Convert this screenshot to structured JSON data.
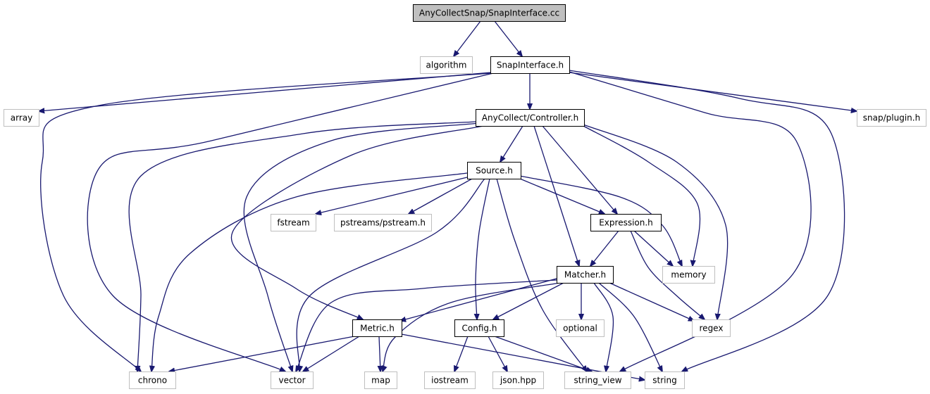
{
  "graph": {
    "title": "AnyCollectSnap/SnapInterface.cc",
    "colors": {
      "edge": "#191970",
      "root_fill": "#bfbfbf",
      "internal_border": "#000000",
      "external_border": "#bfbfbf",
      "text": "#000000"
    },
    "nodes": [
      {
        "id": "root",
        "label": "AnyCollectSnap/SnapInterface.cc",
        "kind": "root"
      },
      {
        "id": "algorithm",
        "label": "algorithm",
        "kind": "external"
      },
      {
        "id": "snapinterface_h",
        "label": "SnapInterface.h",
        "kind": "internal"
      },
      {
        "id": "array",
        "label": "array",
        "kind": "external"
      },
      {
        "id": "controller_h",
        "label": "AnyCollect/Controller.h",
        "kind": "internal"
      },
      {
        "id": "snap_plugin_h",
        "label": "snap/plugin.h",
        "kind": "external"
      },
      {
        "id": "source_h",
        "label": "Source.h",
        "kind": "internal"
      },
      {
        "id": "fstream",
        "label": "fstream",
        "kind": "external"
      },
      {
        "id": "pstream_h",
        "label": "pstreams/pstream.h",
        "kind": "external"
      },
      {
        "id": "expression_h",
        "label": "Expression.h",
        "kind": "internal"
      },
      {
        "id": "matcher_h",
        "label": "Matcher.h",
        "kind": "internal"
      },
      {
        "id": "memory",
        "label": "memory",
        "kind": "external"
      },
      {
        "id": "metric_h",
        "label": "Metric.h",
        "kind": "internal"
      },
      {
        "id": "config_h",
        "label": "Config.h",
        "kind": "internal"
      },
      {
        "id": "optional",
        "label": "optional",
        "kind": "external"
      },
      {
        "id": "regex",
        "label": "regex",
        "kind": "external"
      },
      {
        "id": "chrono",
        "label": "chrono",
        "kind": "external"
      },
      {
        "id": "vector",
        "label": "vector",
        "kind": "external"
      },
      {
        "id": "map",
        "label": "map",
        "kind": "external"
      },
      {
        "id": "iostream",
        "label": "iostream",
        "kind": "external"
      },
      {
        "id": "json_hpp",
        "label": "json.hpp",
        "kind": "external"
      },
      {
        "id": "string_view",
        "label": "string_view",
        "kind": "external"
      },
      {
        "id": "string",
        "label": "string",
        "kind": "external"
      }
    ],
    "edges": [
      {
        "from": "root",
        "to": "algorithm"
      },
      {
        "from": "root",
        "to": "snapinterface_h"
      },
      {
        "from": "snapinterface_h",
        "to": "array"
      },
      {
        "from": "snapinterface_h",
        "to": "controller_h"
      },
      {
        "from": "snapinterface_h",
        "to": "snap_plugin_h"
      },
      {
        "from": "snapinterface_h",
        "to": "chrono"
      },
      {
        "from": "snapinterface_h",
        "to": "vector"
      },
      {
        "from": "snapinterface_h",
        "to": "string_view"
      },
      {
        "from": "snapinterface_h",
        "to": "string"
      },
      {
        "from": "controller_h",
        "to": "source_h"
      },
      {
        "from": "controller_h",
        "to": "expression_h"
      },
      {
        "from": "controller_h",
        "to": "matcher_h"
      },
      {
        "from": "controller_h",
        "to": "memory"
      },
      {
        "from": "controller_h",
        "to": "regex"
      },
      {
        "from": "controller_h",
        "to": "metric_h"
      },
      {
        "from": "controller_h",
        "to": "chrono"
      },
      {
        "from": "controller_h",
        "to": "vector"
      },
      {
        "from": "source_h",
        "to": "fstream"
      },
      {
        "from": "source_h",
        "to": "pstream_h"
      },
      {
        "from": "source_h",
        "to": "expression_h"
      },
      {
        "from": "source_h",
        "to": "memory"
      },
      {
        "from": "source_h",
        "to": "config_h"
      },
      {
        "from": "source_h",
        "to": "chrono"
      },
      {
        "from": "source_h",
        "to": "vector"
      },
      {
        "from": "source_h",
        "to": "string_view"
      },
      {
        "from": "expression_h",
        "to": "matcher_h"
      },
      {
        "from": "expression_h",
        "to": "memory"
      },
      {
        "from": "expression_h",
        "to": "regex"
      },
      {
        "from": "matcher_h",
        "to": "metric_h"
      },
      {
        "from": "matcher_h",
        "to": "config_h"
      },
      {
        "from": "matcher_h",
        "to": "optional"
      },
      {
        "from": "matcher_h",
        "to": "regex"
      },
      {
        "from": "matcher_h",
        "to": "vector"
      },
      {
        "from": "matcher_h",
        "to": "map"
      },
      {
        "from": "matcher_h",
        "to": "string_view"
      },
      {
        "from": "matcher_h",
        "to": "string"
      },
      {
        "from": "metric_h",
        "to": "chrono"
      },
      {
        "from": "metric_h",
        "to": "vector"
      },
      {
        "from": "metric_h",
        "to": "map"
      },
      {
        "from": "metric_h",
        "to": "string"
      },
      {
        "from": "config_h",
        "to": "iostream"
      },
      {
        "from": "config_h",
        "to": "json_hpp"
      },
      {
        "from": "config_h",
        "to": "string_view"
      }
    ]
  }
}
